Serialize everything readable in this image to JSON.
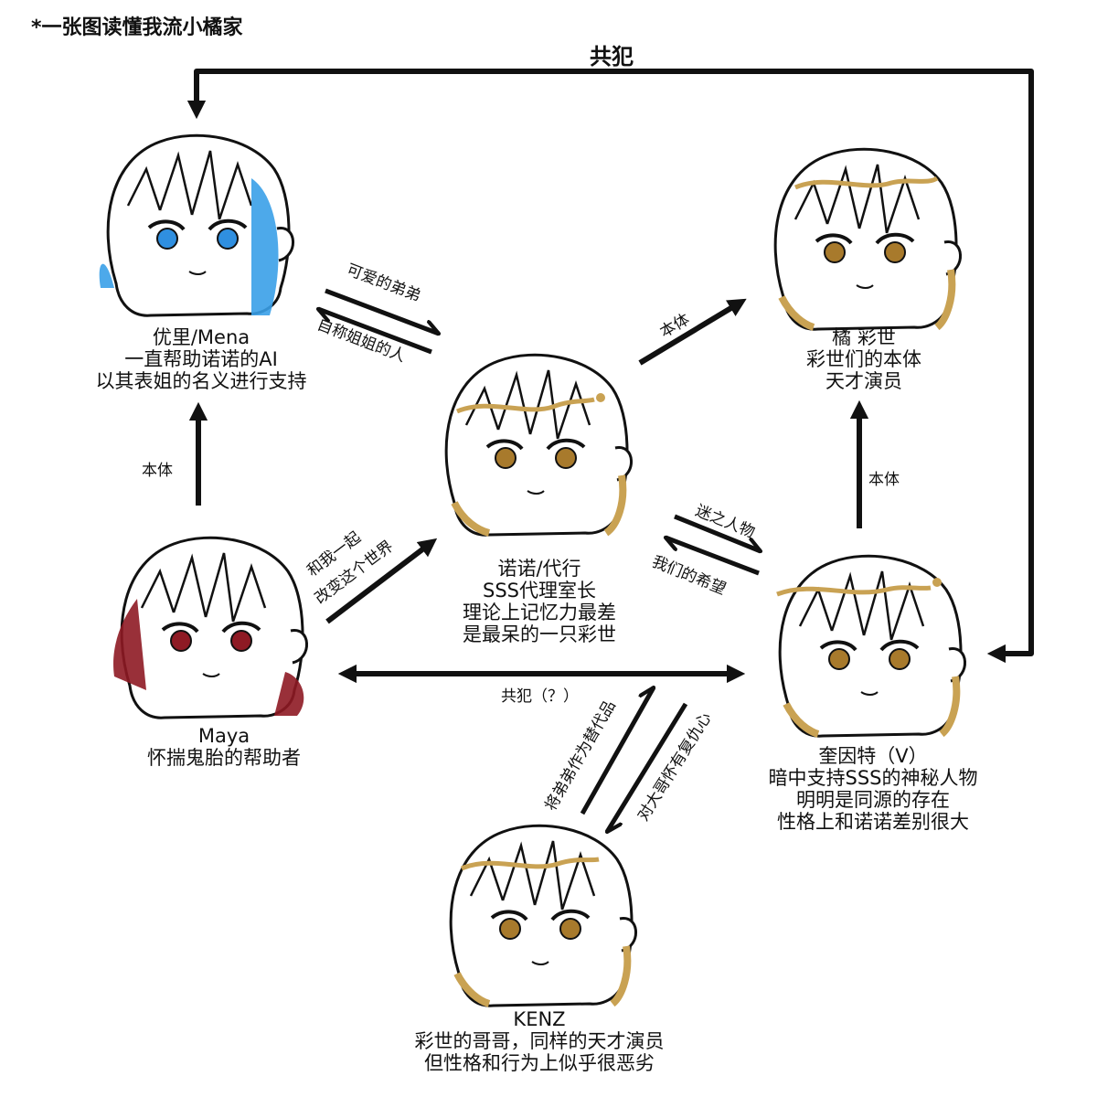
{
  "title": "*一张图读懂我流小橘家",
  "colors": {
    "line": "#111111",
    "hair_gold": "#c9a253",
    "hair_blue": "#3aa0e8",
    "hair_red": "#8e1a24",
    "eye_gold": "#a87a2c",
    "eye_blue": "#2f8fe0",
    "eye_red": "#8e1a24"
  },
  "characters": {
    "yuri": {
      "name": "优里/Mena",
      "lines": [
        "一直帮助诺诺的AI",
        "以其表姐的名义进行支持"
      ]
    },
    "saise": {
      "name": "橘 彩世",
      "lines": [
        "彩世们的本体",
        "天才演员"
      ]
    },
    "nono": {
      "name": "诺诺/代行",
      "lines": [
        "SSS代理室长",
        "理论上记忆力最差",
        "是最呆的一只彩世"
      ]
    },
    "maya": {
      "name": "Maya",
      "lines": [
        "怀揣鬼胎的帮助者"
      ]
    },
    "quint": {
      "name": "奎因特（V）",
      "lines": [
        "暗中支持SSS的神秘人物",
        "明明是同源的存在",
        "性格上和诺诺差别很大"
      ]
    },
    "kenz": {
      "name": "KENZ",
      "lines": [
        "彩世的哥哥，同样的天才演员",
        "但性格和行为上似乎很恶劣"
      ]
    }
  },
  "edges": {
    "top_accomplice": "共犯",
    "cute_brother": "可爱的弟弟",
    "self_sister": "自称姐姐的人",
    "nono_to_saise": "本体",
    "maya_to_yuri": "本体",
    "quint_to_saise": "本体",
    "change_world_1": "和我一起",
    "change_world_2": "改变这个世界",
    "mystery": "迷之人物",
    "our_hope": "我们的希望",
    "accomplice_q": "共犯（？）",
    "substitute": "将弟弟作为替代品",
    "revenge": "对大哥怀有复仇心"
  }
}
